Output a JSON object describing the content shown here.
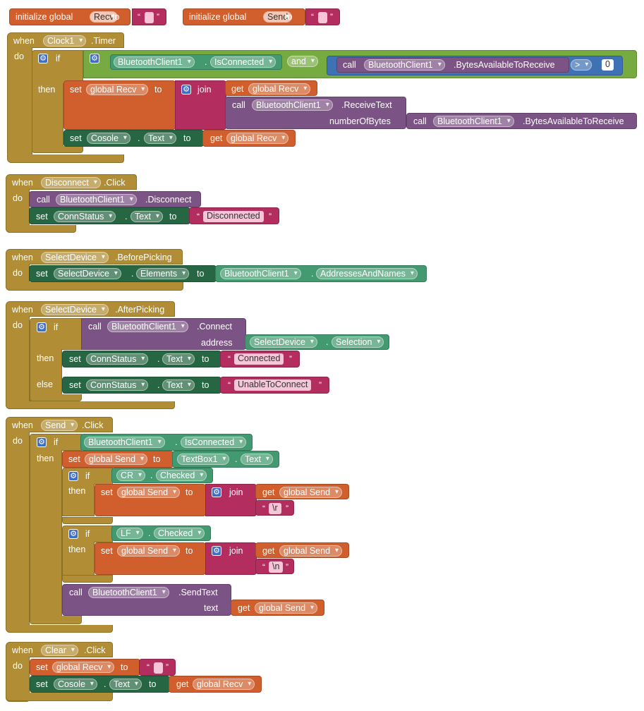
{
  "labels": {
    "initialize_global": "initialize global",
    "to": "to",
    "when": "when",
    "do": "do",
    "if": "if",
    "then": "then",
    "else": "else",
    "set": "set",
    "get": "get",
    "call": "call",
    "join": "join",
    "and": "and",
    "number_of_bytes": "numberOfBytes",
    "address": "address",
    "text_param": "text",
    "dot": "."
  },
  "globals": {
    "recv_name": "Recv",
    "send_name": "Send",
    "recv_init": "",
    "send_init": ""
  },
  "timer_event": {
    "component": "Clock1",
    "event": ".Timer",
    "bt_client": "BluetoothClient1",
    "is_connected": "IsConnected",
    "bytes_available": ".BytesAvailableToReceive",
    "operator": ">",
    "threshold": "0",
    "global_recv": "global Recv",
    "receive_text": ".ReceiveText",
    "console": "Cosole",
    "text_prop": "Text"
  },
  "disconnect_event": {
    "component": "Disconnect",
    "event": ".Click",
    "bt_client": "BluetoothClient1",
    "method": ".Disconnect",
    "status_comp": "ConnStatus",
    "text_prop": "Text",
    "status_value": "Disconnected"
  },
  "before_picking_event": {
    "component": "SelectDevice",
    "event": ".BeforePicking",
    "elements_prop": "Elements",
    "bt_client": "BluetoothClient1",
    "addresses_prop": "AddressesAndNames"
  },
  "after_picking_event": {
    "component": "SelectDevice",
    "event": ".AfterPicking",
    "bt_client": "BluetoothClient1",
    "connect_method": ".Connect",
    "selection_prop": "Selection",
    "status_comp": "ConnStatus",
    "text_prop": "Text",
    "connected_value": "Connected",
    "unable_value": "UnableToConnect"
  },
  "send_event": {
    "component": "Send",
    "event": ".Click",
    "bt_client": "BluetoothClient1",
    "is_connected": "IsConnected",
    "global_send": "global Send",
    "textbox": "TextBox1",
    "text_prop": "Text",
    "cr_checkbox": "CR",
    "lf_checkbox": "LF",
    "checked_prop": "Checked",
    "cr_value": "\\r",
    "lf_value": "\\n",
    "send_text_method": ".SendText"
  },
  "clear_event": {
    "component": "Clear",
    "event": ".Click",
    "global_recv": "global Recv",
    "empty_value": "",
    "console": "Cosole",
    "text_prop": "Text"
  },
  "colors": {
    "event": "#b18e35",
    "variable": "#d05f2d",
    "text": "#b32d5e",
    "procedure": "#7c5385",
    "component_setter": "#266643",
    "component_getter": "#439970",
    "logic": "#77ab41",
    "math_compare": "#3f71b5",
    "mutator_gear": "#3f6fc4"
  }
}
